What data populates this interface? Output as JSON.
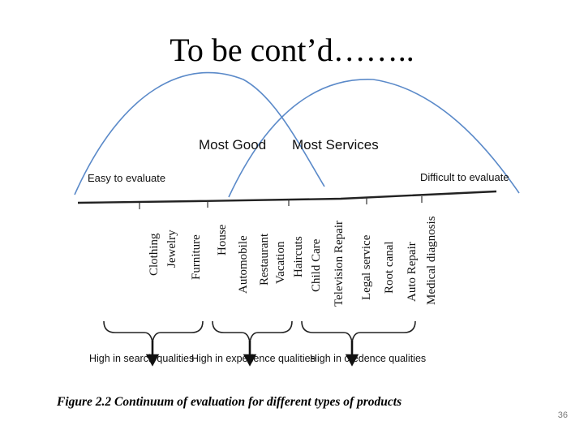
{
  "slide": {
    "title": "To be cont’d……..",
    "page_number": "36"
  },
  "diagram": {
    "curve_labels": {
      "left_peak": "Most Good",
      "right_peak": "Most Services",
      "left_end": "Easy to evaluate",
      "right_end": "Difficult to evaluate"
    },
    "products": [
      "Clothing",
      "Jewelry",
      "Furniture",
      "House",
      "Automobile",
      "Restaurant",
      "Vacation",
      "Haircuts",
      "Child Care",
      "Television Repair",
      "Legal service",
      "Root canal",
      "Auto Repair",
      "Medical diagnosis"
    ],
    "groups": [
      "High in search qualities",
      "High in experience qualities",
      "High in credence qualities"
    ],
    "caption": "Figure 2.2 Continuum of evaluation for different types of products"
  },
  "colors": {
    "curve": "#5b8ac9",
    "baseline": "#222222",
    "text": "#111111"
  }
}
